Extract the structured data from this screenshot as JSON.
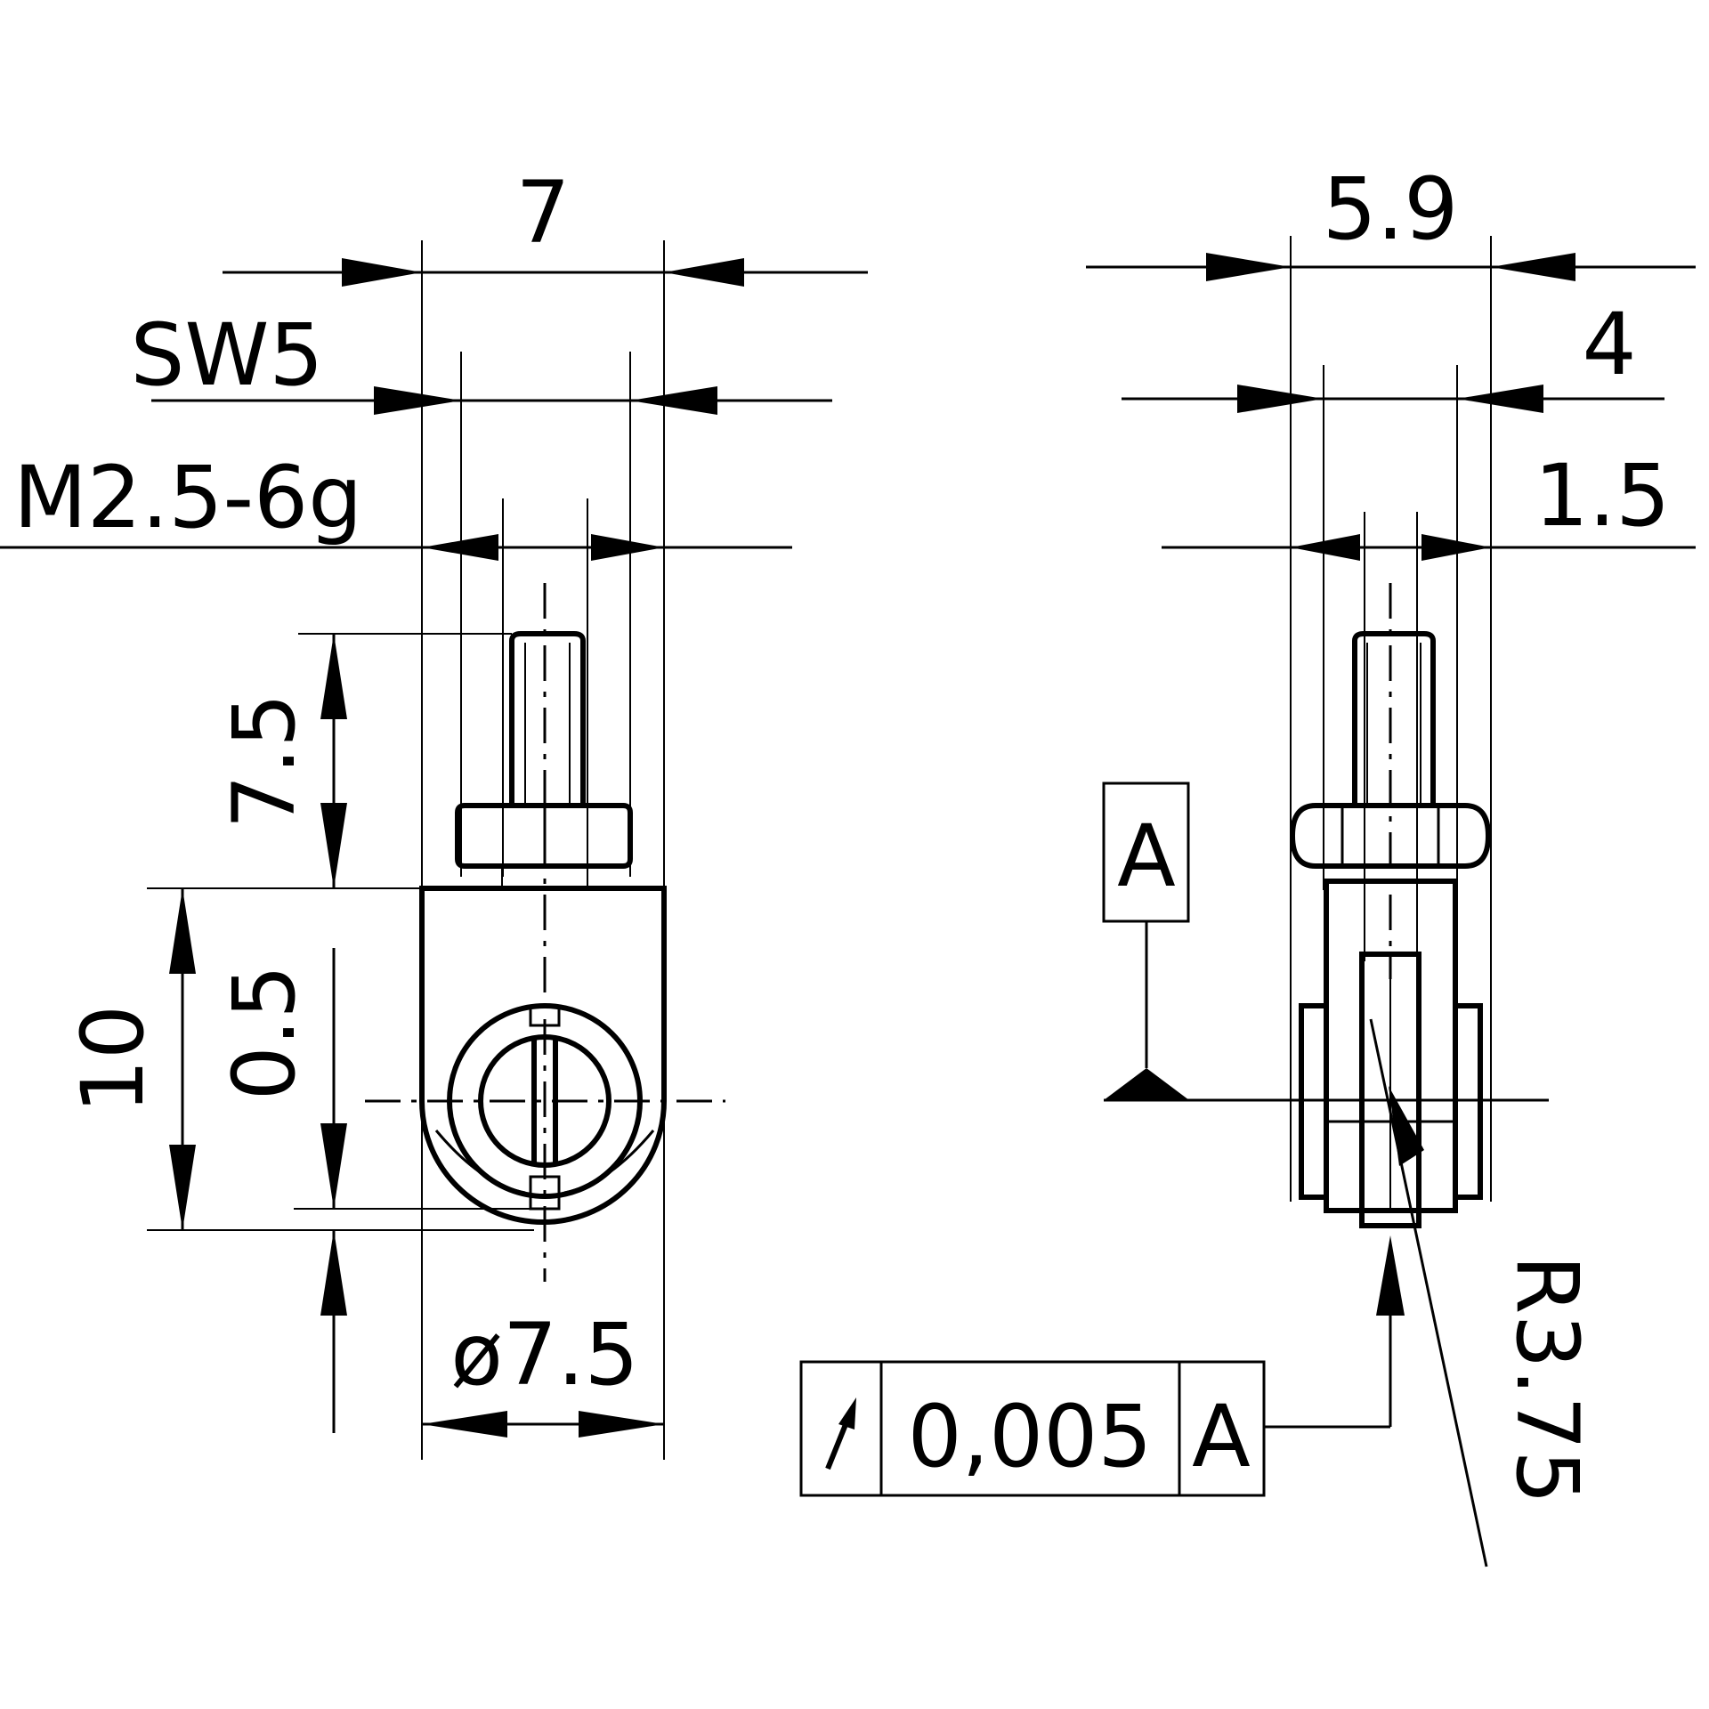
{
  "drawing": {
    "front_view": {
      "width_dim": "7",
      "hex_size_dim": "SW5",
      "thread_dim": "M2.5-6g",
      "thread_length_dim": "7.5",
      "body_height_dim": "10",
      "offset_dim": "0.5",
      "diameter_dim": "ø7.5"
    },
    "side_view": {
      "overall_width_dim": "5.9",
      "hex_width_dim": "4",
      "slot_width_dim": "1.5",
      "datum_label": "A",
      "radius_dim": "R3.75",
      "tolerance_frame": {
        "symbol": "circular-runout-icon",
        "value": "0,005",
        "datum": "A"
      }
    }
  }
}
